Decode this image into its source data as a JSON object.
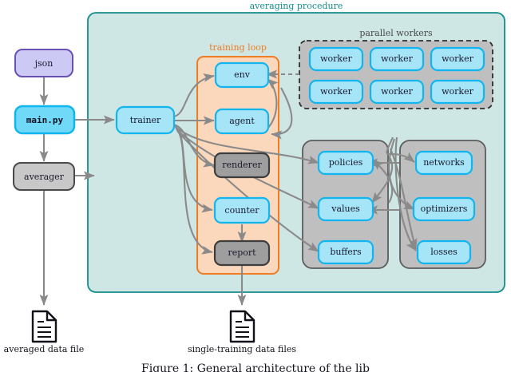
{
  "figure": {
    "caption": "Figure 1: General architecture of the lib"
  },
  "containers": {
    "averaging": {
      "title": "averaging procedure",
      "color": "#138d8d",
      "fill": "#cee7e4"
    },
    "training_loop": {
      "title": "training loop",
      "color": "#f07c24",
      "fill": "#fbd8bc"
    },
    "parallel_workers": {
      "title": "parallel workers",
      "color": "#3f3f3f",
      "fill": "#bfbfbf"
    },
    "data_group": {
      "title": "",
      "color": "#5c5c5c",
      "fill": "#bfbfbf"
    },
    "model_group": {
      "title": "",
      "color": "#5c5c5c",
      "fill": "#bfbfbf"
    }
  },
  "nodes": {
    "json": {
      "label": "json",
      "fill": "#ccc9f5",
      "stroke": "#6a4fb5"
    },
    "main": {
      "label": "main.py",
      "fill": "#6fd9f7",
      "stroke": "#0fb6ee"
    },
    "averager": {
      "label": "averager",
      "fill": "#c8c8c8",
      "stroke": "#4a4a4a"
    },
    "trainer": {
      "label": "trainer",
      "fill": "#a6e4f8",
      "stroke": "#12b5ef"
    },
    "env": {
      "label": "env",
      "fill": "#a6e4f8",
      "stroke": "#12b5ef"
    },
    "agent": {
      "label": "agent",
      "fill": "#a6e4f8",
      "stroke": "#12b5ef"
    },
    "renderer": {
      "label": "renderer",
      "fill": "#9e9e9e",
      "stroke": "#3d3d3d"
    },
    "counter": {
      "label": "counter",
      "fill": "#a6e4f8",
      "stroke": "#12b5ef"
    },
    "report": {
      "label": "report",
      "fill": "#9e9e9e",
      "stroke": "#3d3d3d"
    },
    "worker1": {
      "label": "worker",
      "fill": "#a6e4f8",
      "stroke": "#12b5ef"
    },
    "worker2": {
      "label": "worker",
      "fill": "#a6e4f8",
      "stroke": "#12b5ef"
    },
    "worker3": {
      "label": "worker",
      "fill": "#a6e4f8",
      "stroke": "#12b5ef"
    },
    "worker4": {
      "label": "worker",
      "fill": "#a6e4f8",
      "stroke": "#12b5ef"
    },
    "worker5": {
      "label": "worker",
      "fill": "#a6e4f8",
      "stroke": "#12b5ef"
    },
    "worker6": {
      "label": "worker",
      "fill": "#a6e4f8",
      "stroke": "#12b5ef"
    },
    "policies": {
      "label": "policies",
      "fill": "#a6e4f8",
      "stroke": "#12b5ef"
    },
    "values": {
      "label": "values",
      "fill": "#a6e4f8",
      "stroke": "#12b5ef"
    },
    "buffers": {
      "label": "buffers",
      "fill": "#a6e4f8",
      "stroke": "#12b5ef"
    },
    "networks": {
      "label": "networks",
      "fill": "#a6e4f8",
      "stroke": "#12b5ef"
    },
    "optimizers": {
      "label": "optimizers",
      "fill": "#a6e4f8",
      "stroke": "#12b5ef"
    },
    "losses": {
      "label": "losses",
      "fill": "#a6e4f8",
      "stroke": "#12b5ef"
    }
  },
  "outputs": {
    "averaged_file_label": "averaged data file",
    "single_file_label": "single-training data files"
  }
}
